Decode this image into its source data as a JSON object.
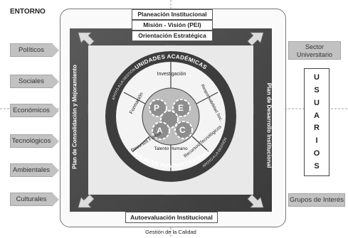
{
  "diagram": {
    "entorno_label": "ENTORNO",
    "left_factors": [
      "Políticos",
      "Sociales",
      "Económicos",
      "Tecnológicos",
      "Ambientales",
      "Culturales"
    ],
    "right_top": "Sector Universitario",
    "right_top_lines": [
      "Sector",
      "Universitario"
    ],
    "right_bottom": "Grupos de Interés",
    "usuarios": [
      "U",
      "S",
      "U",
      "A",
      "R",
      "I",
      "O",
      "S"
    ],
    "top_boxes": [
      "Planeación Institucional",
      "Misión  -  Visión (PEI)",
      "Orientación Estratégica"
    ],
    "left_vertical": "Plan de Consolidación y Mejoramiento",
    "right_vertical": "Plan de Desarrollo Institucional",
    "bottom_box": "Autoevaluación Institucional",
    "bottom_caption": "Gestión de la Calidad",
    "ring_top": "UNIDADES ACADÉMICAS",
    "ring_bottom": "UNIDADES ADMINISTRATIVAS",
    "apoyo_gestion": "APOYO A LA GESTIÓN",
    "apoyo_gestion_bottom": "APOYO A LA GESTIÓN",
    "segments": {
      "investigacion": "Investigación",
      "formacion": "Formación",
      "responsabilidad": "Responsabilidad Soc.",
      "recursos_fisicos": "Recursos Físicos",
      "recursos_tecnologicos": "Recursos Tecnológicos",
      "talento_humano": "Talento Humano"
    },
    "pdca": [
      "P",
      "E",
      "A",
      "C"
    ],
    "colors": {
      "dark": "#3a3a3a",
      "mid": "#8a8a8a",
      "light": "#c8c8c8"
    }
  }
}
